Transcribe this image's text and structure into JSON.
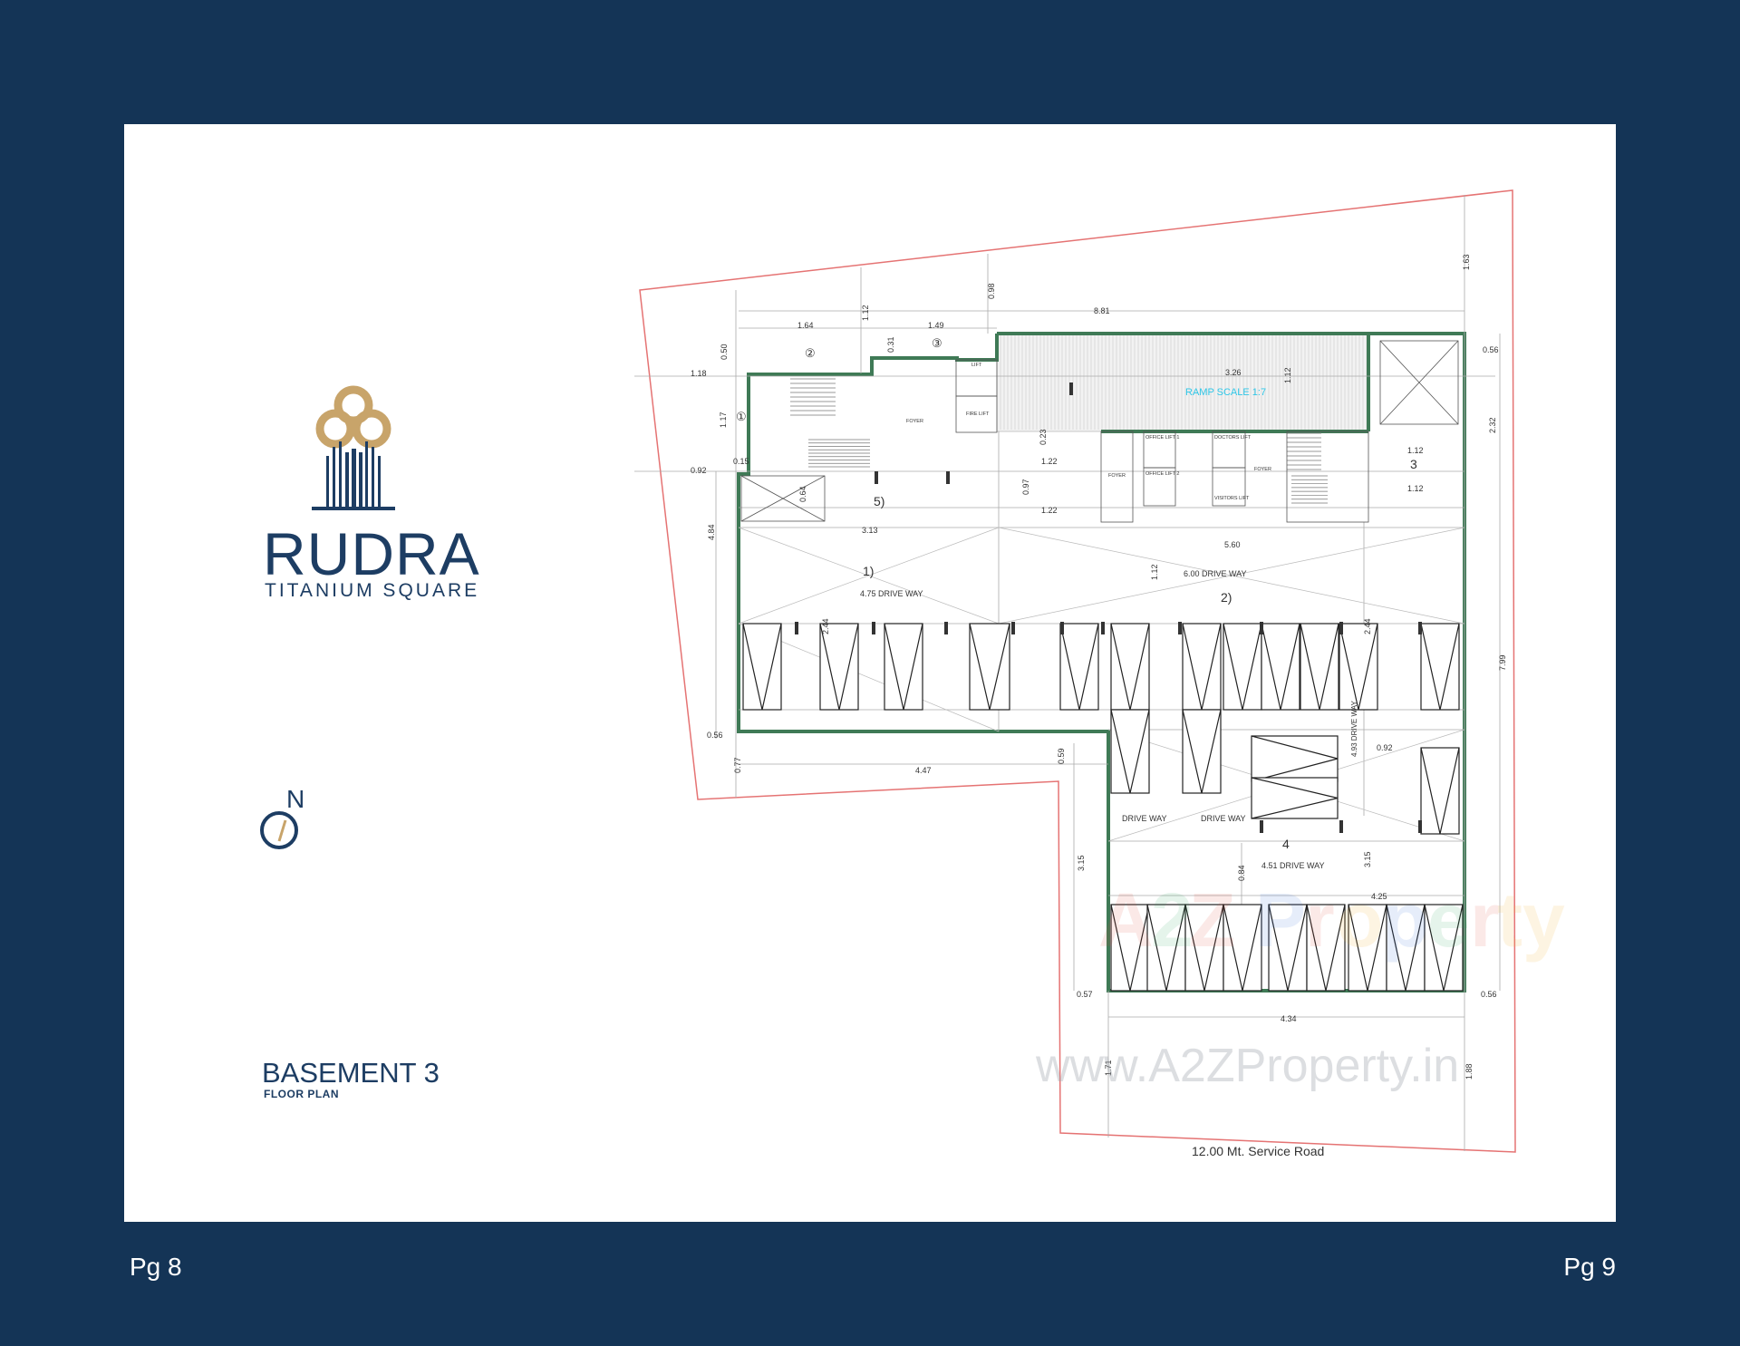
{
  "page": {
    "left_page_label": "Pg 8",
    "right_page_label": "Pg 9"
  },
  "brand": {
    "name": "RUDRA",
    "tagline": "TITANIUM SQUARE",
    "logo_icon": "trefoil-building-logo"
  },
  "plan": {
    "title": "BASEMENT 3",
    "subtitle": "FLOOR PLAN",
    "north_label": "N",
    "road_label": "12.00 Mt. Service Road",
    "ramp_label": "RAMP SCALE 1:7",
    "watermark_logo": "A2Z Property",
    "watermark_url": "www.A2ZProperty.in",
    "zone_labels": [
      "1)",
      "2)",
      "3",
      "4",
      "5)",
      "①",
      "②",
      "③"
    ],
    "driveway_labels": [
      "4.75 DRIVE WAY",
      "6.00 DRIVE WAY",
      "4.51 DRIVE WAY",
      "DRIVE WAY",
      "DRIVE WAY",
      "4.93 DRIVE WAY"
    ],
    "dimensions": [
      "8.81",
      "1.64",
      "1.49",
      "1.63",
      "0.98",
      "1.12",
      "0.31",
      "0.50",
      "0.56",
      "1.18",
      "1.17",
      "0.92",
      "0.15",
      "3.26",
      "1.12",
      "2.32",
      "1.12",
      "1.12",
      "1.22",
      "1.22",
      "0.23",
      "0.97",
      "0.64",
      "3.13",
      "5.60",
      "4.84",
      "1.12",
      "2.44",
      "2.44",
      "7.99",
      "0.56",
      "0.77",
      "4.47",
      "0.59",
      "0.92",
      "3.15",
      "0.84",
      "3.15",
      "4.25",
      "0.57",
      "0.56",
      "4.34",
      "1.71",
      "1.88"
    ],
    "room_labels": [
      "FOYER",
      "LIFT",
      "FIRE LIFT",
      "FOYER",
      "OFFICE LIFT 1",
      "OFFICE LIFT 2",
      "DOCTORS LIFT",
      "VISITORS LIFT",
      "FOYER"
    ],
    "colors": {
      "background": "#143456",
      "sheet": "#ffffff",
      "brand_navy": "#1d3d63",
      "brand_gold": "#c8a46a",
      "wall_green": "#3f7a56",
      "site_boundary": "#e05050",
      "ramp_text": "#2fc7e8"
    }
  }
}
